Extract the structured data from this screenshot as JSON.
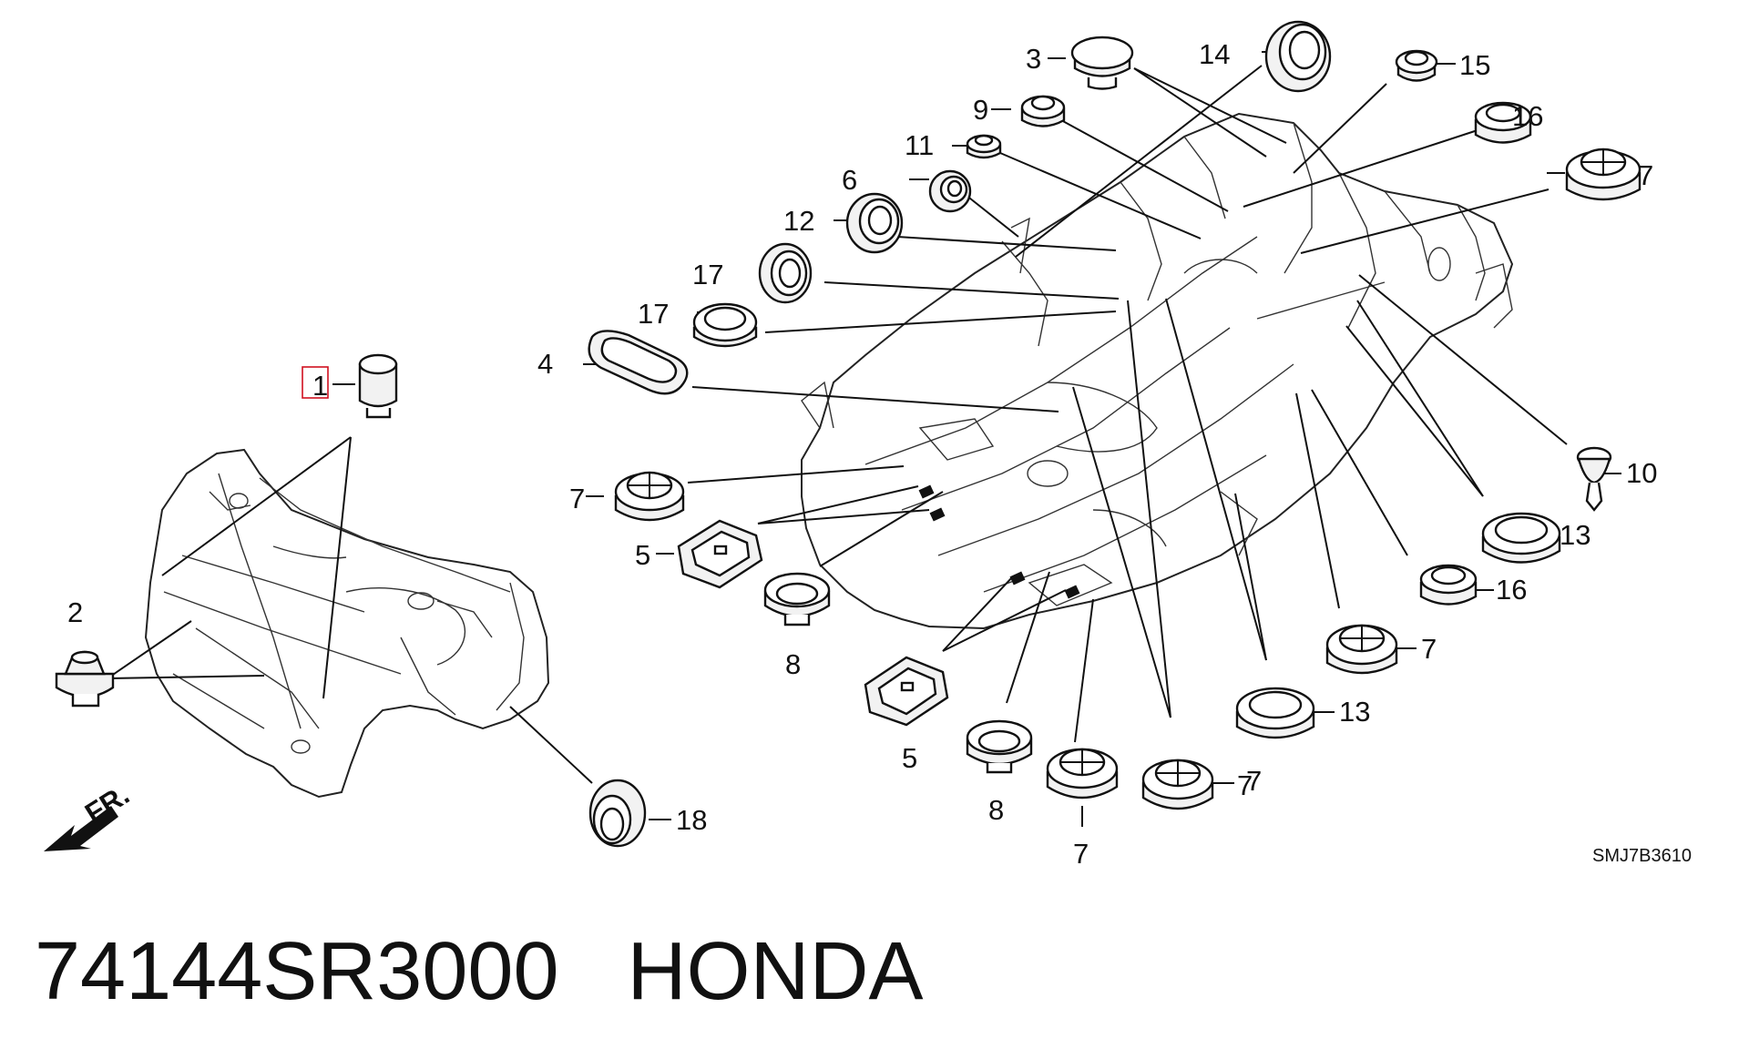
{
  "diagram": {
    "code": "SMJ7B3610",
    "front_label": "FR.",
    "highlighted_callout": "1",
    "callouts": [
      "1",
      "2",
      "3",
      "4",
      "5",
      "5",
      "6",
      "7",
      "7",
      "7",
      "7",
      "7",
      "7",
      "8",
      "8",
      "9",
      "10",
      "11",
      "12",
      "13",
      "13",
      "14",
      "15",
      "16",
      "16",
      "17",
      "17",
      "18"
    ]
  },
  "caption": {
    "part_number": "74144SR3000",
    "brand": "HONDA"
  }
}
